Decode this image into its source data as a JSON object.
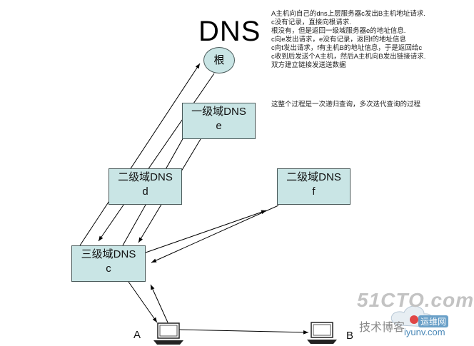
{
  "title": "DNS",
  "root_label": "根",
  "nodes": {
    "e": {
      "line1": "一级域DNS",
      "line2": "e"
    },
    "d": {
      "line1": "二级域DNS",
      "line2": "d"
    },
    "f": {
      "line1": "二级域DNS",
      "line2": "f"
    },
    "c": {
      "line1": "三级域DNS",
      "line2": "c"
    }
  },
  "hosts": {
    "a": "A",
    "b": "B"
  },
  "notes": [
    "A主机向自己的dns上层服务器c发出B主机地址请求.",
    "c没有记录，直接向根请求.",
    "根没有，但是返回一级域服务器e的地址信息.",
    "c向e发出请求，e没有记录，返回f的地址信息",
    "c向f发出请求，f有主机B的地址信息，于是返回给c",
    "c收到后发送个A主机，然后A主机向B发出链接请求.",
    "双方建立链接发送送数据"
  ],
  "summary": "这整个过程是一次递归查询，多次迭代查询的过程",
  "watermark": {
    "main": "51CTO.com",
    "sub1": "技术博客",
    "sub2": "运维网",
    "sub3": "iyunv.com"
  },
  "colors": {
    "box_fill": "#c9e5e5",
    "box_border": "#4a5a5a",
    "line": "#000000"
  }
}
